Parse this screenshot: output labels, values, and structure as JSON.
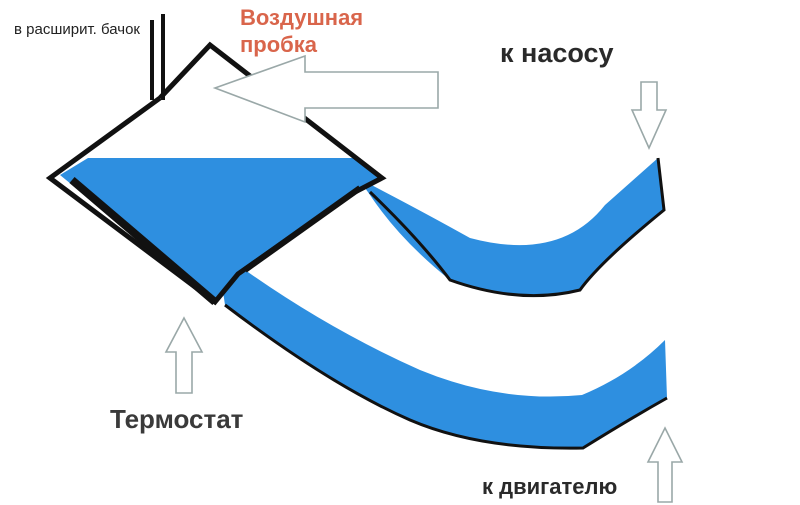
{
  "labels": {
    "tank": "в расширит. бачок",
    "air_lock": "Воздушная пробка",
    "to_pump": "к насосу",
    "thermostat": "Термостат",
    "to_engine": "к двигателю"
  },
  "colors": {
    "coolant": "#2e8fe0",
    "outline": "#111111",
    "arrow_stroke": "#9aa8a8",
    "air_lock_text": "#d9654b",
    "label_text": "#2a2a2a"
  }
}
